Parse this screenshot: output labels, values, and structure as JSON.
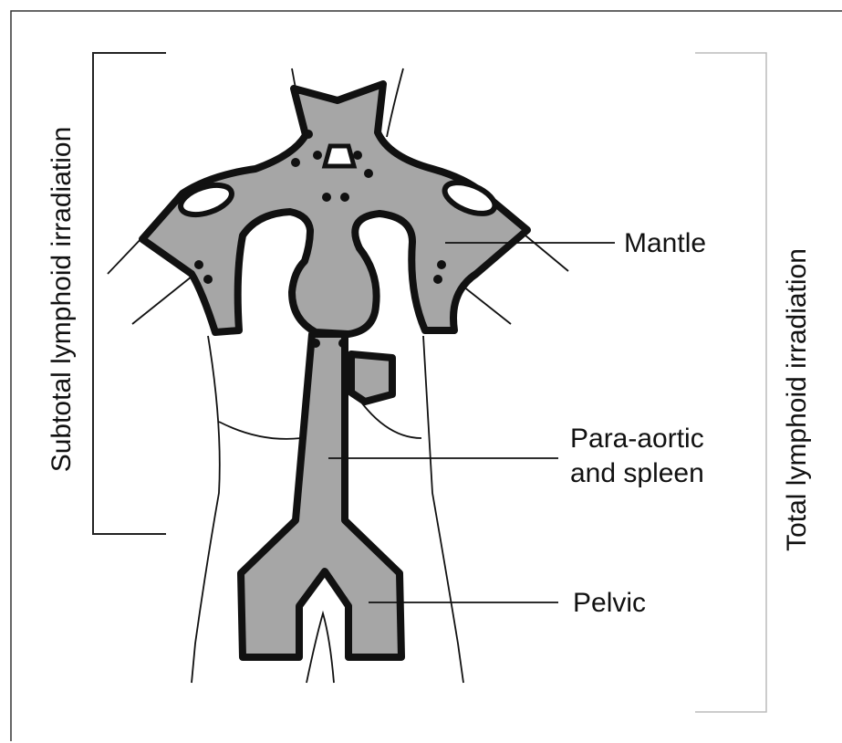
{
  "labels": {
    "mantle": "Mantle",
    "para_aortic_line1": "Para-aortic",
    "para_aortic_line2": "and spleen",
    "pelvic": "Pelvic",
    "subtotal": "Subtotal lymphoid irradiation",
    "total": "Total lymphoid irradiation"
  },
  "colors": {
    "field_fill": "#a6a6a6",
    "outline": "#111111",
    "bracket_left": "#222222",
    "bracket_right": "#bbbbbb"
  }
}
